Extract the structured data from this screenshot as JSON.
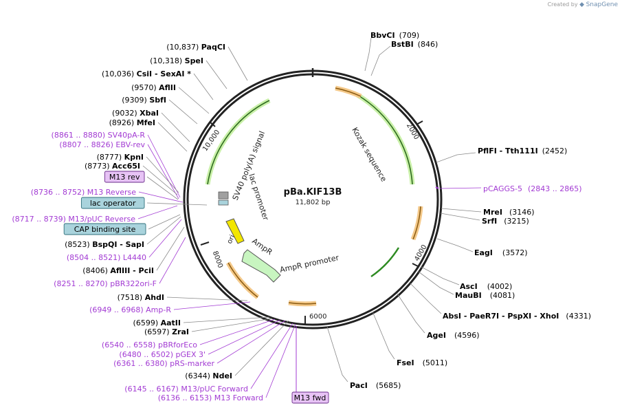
{
  "watermark": {
    "created_by": "Created by",
    "brand": "SnapGene"
  },
  "plasmid": {
    "name": "pBa.KIF13B",
    "length_label": "11,802 bp",
    "length_bp": 11802
  },
  "colors": {
    "enzyme_text": "#000000",
    "primer_text": "#a23ad3",
    "feature_green": "#2e8b22",
    "feature_orange": "#d98c1c",
    "ori_fill": "#f2e600",
    "ampr_fill": "#c8f5c0",
    "lac_operator_fill": "#a9d3dc",
    "m13_fill": "#e7c3f5"
  },
  "tick_labels": [
    "2000",
    "4000",
    "6000",
    "8000",
    "10,000"
  ],
  "features": [
    {
      "name": "Kozak sequence",
      "start": 600,
      "end": 2600,
      "color": "green"
    },
    {
      "name": "SV40 poly(A) signal",
      "start": 8700,
      "end": 11200,
      "color": "green"
    },
    {
      "name": "lac promoter",
      "start": 8880,
      "end": 9050,
      "color": "gray"
    },
    {
      "name": "ori",
      "start": 7600,
      "end": 8200,
      "color": "yellow"
    },
    {
      "name": "AmpR",
      "start": 6900,
      "end": 7800,
      "color": "lightgreen"
    },
    {
      "name": "AmpR promoter",
      "start": 6200,
      "end": 6400,
      "color": "gray"
    }
  ],
  "sites_right": [
    {
      "label": "BbvCI",
      "pos": "(709)"
    },
    {
      "label": "BstBI",
      "pos": "(846)"
    },
    {
      "label": "PflFI - Tth111I",
      "pos": "(2452)"
    },
    {
      "label": "pCAGGS-5",
      "pos": "(2843 .. 2865)",
      "primer": true
    },
    {
      "label": "MreI",
      "pos": "(3146)"
    },
    {
      "label": "SrfI",
      "pos": "(3215)"
    },
    {
      "label": "EagI",
      "pos": "(3572)"
    },
    {
      "label": "AscI",
      "pos": "(4002)"
    },
    {
      "label": "MauBI",
      "pos": "(4081)"
    },
    {
      "label": "AbsI - PaeR7I - PspXI - XhoI",
      "pos": "(4331)"
    },
    {
      "label": "AgeI",
      "pos": "(4596)"
    },
    {
      "label": "FseI",
      "pos": "(5011)"
    },
    {
      "label": "PacI",
      "pos": "(5685)"
    },
    {
      "label": "M13 fwd",
      "pos": "",
      "boxed": true
    }
  ],
  "sites_left": [
    {
      "label": "PaqCI",
      "pos": "(10,837)"
    },
    {
      "label": "SpeI",
      "pos": "(10,318)"
    },
    {
      "label": "CsiI - SexAI *",
      "pos": "(10,036)"
    },
    {
      "label": "AflII",
      "pos": "(9570)"
    },
    {
      "label": "SbfI",
      "pos": "(9309)"
    },
    {
      "label": "XbaI",
      "pos": "(9032)"
    },
    {
      "label": "MfeI",
      "pos": "(8926)"
    },
    {
      "label": "SV40pA-R",
      "pos": "(8861 .. 8880)",
      "primer": true
    },
    {
      "label": "EBV-rev",
      "pos": "(8807 .. 8826)",
      "primer": true
    },
    {
      "label": "KpnI",
      "pos": "(8777)"
    },
    {
      "label": "Acc65I",
      "pos": "(8773)"
    },
    {
      "label": "M13 rev",
      "pos": "",
      "boxed": true
    },
    {
      "label": "M13 Reverse",
      "pos": "(8736 .. 8752)",
      "primer": true
    },
    {
      "label": "lac operator",
      "pos": "",
      "boxed": true
    },
    {
      "label": "M13/pUC Reverse",
      "pos": "(8717 .. 8739)",
      "primer": true
    },
    {
      "label": "CAP binding site",
      "pos": "",
      "boxed": true
    },
    {
      "label": "BspQI - SapI",
      "pos": "(8523)"
    },
    {
      "label": "L4440",
      "pos": "(8504 .. 8521)",
      "primer": true
    },
    {
      "label": "AflIII - PciI",
      "pos": "(8406)"
    },
    {
      "label": "pBR322ori-F",
      "pos": "(8251 .. 8270)",
      "primer": true
    },
    {
      "label": "AhdI",
      "pos": "(7518)"
    },
    {
      "label": "Amp-R",
      "pos": "(6949 .. 6968)",
      "primer": true
    },
    {
      "label": "AatII",
      "pos": "(6599)"
    },
    {
      "label": "ZraI",
      "pos": "(6597)"
    },
    {
      "label": "pBRforEco",
      "pos": "(6540 .. 6558)",
      "primer": true
    },
    {
      "label": "pGEX 3'",
      "pos": "(6480 .. 6502)",
      "primer": true
    },
    {
      "label": "pRS-marker",
      "pos": "(6361 .. 6380)",
      "primer": true
    },
    {
      "label": "NdeI",
      "pos": "(6344)"
    },
    {
      "label": "M13/pUC Forward",
      "pos": "(6145 .. 6167)",
      "primer": true
    },
    {
      "label": "M13 Forward",
      "pos": "(6136 .. 6153)",
      "primer": true
    }
  ]
}
